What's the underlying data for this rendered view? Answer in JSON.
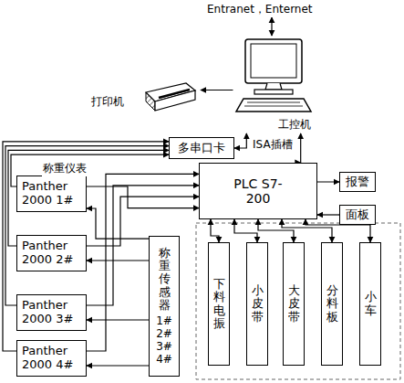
{
  "diagram": {
    "nodes": [
      {
        "text": [
          "工控机"
        ]
      },
      {
        "text": [
          "打印机"
        ]
      },
      {
        "text": [
          "多串口卡"
        ]
      },
      {
        "text": [
          "Panther 2000 1#"
        ]
      },
      {
        "text": [
          "Panther 2000 2#"
        ]
      },
      {
        "text": [
          "Panther 2000 3#"
        ]
      },
      {
        "text": [
          "Panther 2000 4#"
        ]
      },
      {
        "text": [
          "称重传感器",
          "1# 2# 3# 4#"
        ]
      },
      {
        "text": [
          "PLC S7-200"
        ]
      },
      {
        "text": [
          "报警"
        ]
      },
      {
        "text": [
          "面板"
        ]
      },
      {
        "text": [
          "下料电振"
        ]
      },
      {
        "text": [
          "小皮带"
        ]
      },
      {
        "text": [
          "大皮带"
        ]
      },
      {
        "text": [
          "分料板"
        ]
      },
      {
        "text": [
          "小车"
        ]
      }
    ],
    "edges": [
      {
        "from": 0,
        "to": 1,
        "arrow": "to"
      },
      {
        "from": 2,
        "to": 0,
        "arrow": "both"
      },
      {
        "from": 8,
        "to": 0,
        "arrow": "both"
      },
      {
        "from": 3,
        "to": 2,
        "arrow": "to"
      },
      {
        "from": 4,
        "to": 2,
        "arrow": "to"
      },
      {
        "from": 5,
        "to": 2,
        "arrow": "to"
      },
      {
        "from": 6,
        "to": 2,
        "arrow": "to"
      },
      {
        "from": 3,
        "to": 8,
        "arrow": "to"
      },
      {
        "from": 4,
        "to": 8,
        "arrow": "to"
      },
      {
        "from": 5,
        "to": 8,
        "arrow": "to"
      },
      {
        "from": 6,
        "to": 8,
        "arrow": "to"
      },
      {
        "from": 7,
        "to": 3,
        "arrow": "to"
      },
      {
        "from": 7,
        "to": 4,
        "arrow": "to"
      },
      {
        "from": 7,
        "to": 5,
        "arrow": "to"
      },
      {
        "from": 7,
        "to": 6,
        "arrow": "to"
      },
      {
        "from": 8,
        "to": 9,
        "arrow": "to"
      },
      {
        "from": 10,
        "to": 8,
        "arrow": "both"
      },
      {
        "from": 8,
        "to": 11,
        "arrow": "both"
      },
      {
        "from": 8,
        "to": 12,
        "arrow": "both"
      },
      {
        "from": 8,
        "to": 13,
        "arrow": "both"
      },
      {
        "from": 8,
        "to": 14,
        "arrow": "both"
      },
      {
        "from": 8,
        "to": 15,
        "arrow": "both"
      }
    ],
    "labels": [
      "Entranet，Enternet",
      "ISA插槽",
      "称重仪表"
    ]
  }
}
